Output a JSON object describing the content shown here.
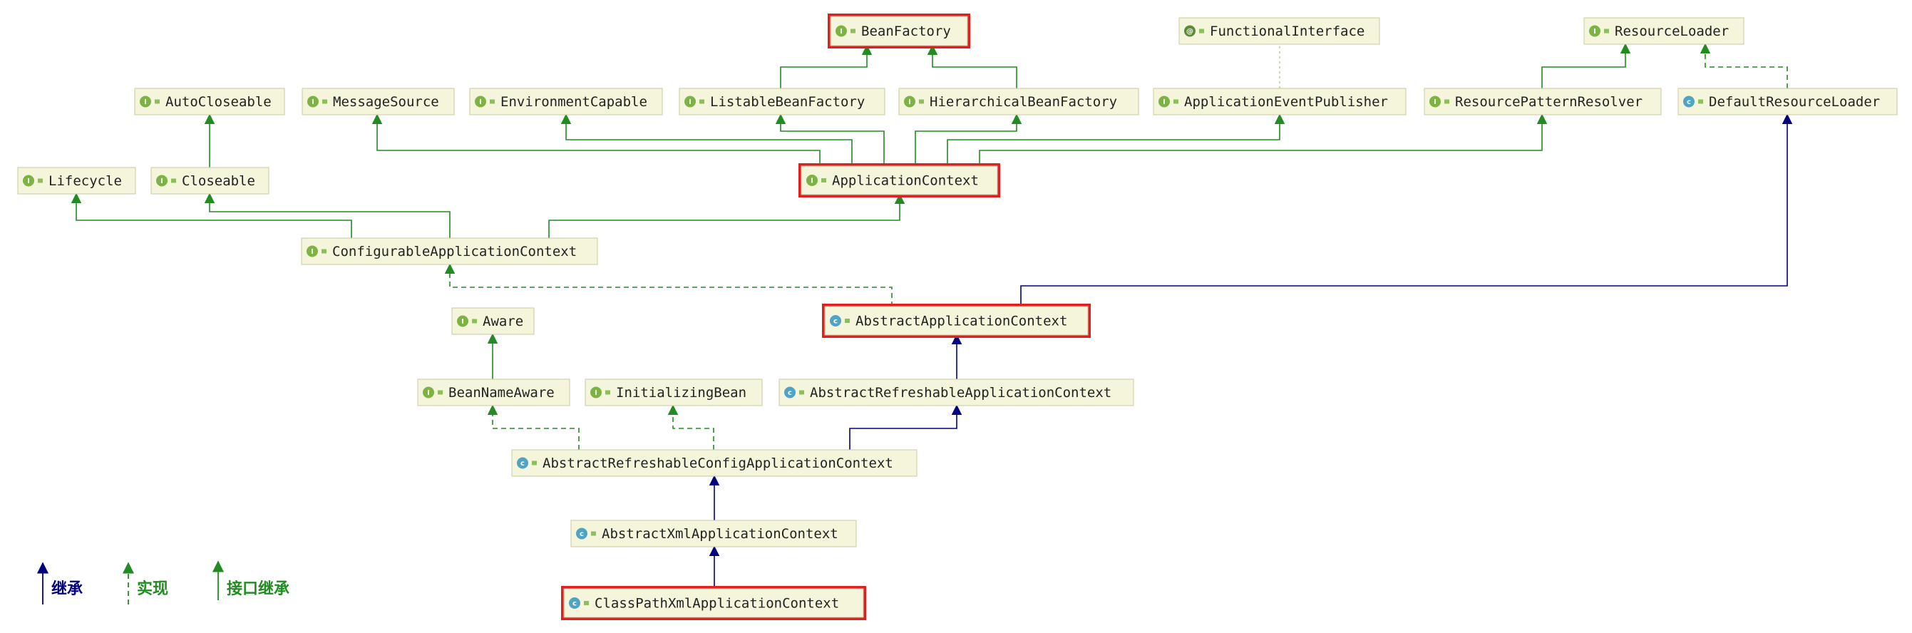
{
  "colors": {
    "node_fill": "#f5f5dc",
    "node_border": "#c9c9a3",
    "highlight": "#e02020",
    "extends": "#000080",
    "implements": "#228b22",
    "interface_extends": "#228b22",
    "interface_badge": "#7cb342",
    "class_badge": "#4fa3c4",
    "annotation_badge": "#5d8a3a"
  },
  "nodes": [
    {
      "id": "BeanFactory",
      "label": "BeanFactory",
      "kind": "interface",
      "highlight": true
    },
    {
      "id": "FunctionalInterface",
      "label": "FunctionalInterface",
      "kind": "annotation",
      "highlight": false
    },
    {
      "id": "ResourceLoader",
      "label": "ResourceLoader",
      "kind": "interface",
      "highlight": false
    },
    {
      "id": "AutoCloseable",
      "label": "AutoCloseable",
      "kind": "interface",
      "highlight": false
    },
    {
      "id": "MessageSource",
      "label": "MessageSource",
      "kind": "interface",
      "highlight": false
    },
    {
      "id": "EnvironmentCapable",
      "label": "EnvironmentCapable",
      "kind": "interface",
      "highlight": false
    },
    {
      "id": "ListableBeanFactory",
      "label": "ListableBeanFactory",
      "kind": "interface",
      "highlight": false
    },
    {
      "id": "HierarchicalBeanFactory",
      "label": "HierarchicalBeanFactory",
      "kind": "interface",
      "highlight": false
    },
    {
      "id": "ApplicationEventPublisher",
      "label": "ApplicationEventPublisher",
      "kind": "interface",
      "highlight": false
    },
    {
      "id": "ResourcePatternResolver",
      "label": "ResourcePatternResolver",
      "kind": "interface",
      "highlight": false
    },
    {
      "id": "DefaultResourceLoader",
      "label": "DefaultResourceLoader",
      "kind": "class",
      "highlight": false
    },
    {
      "id": "Lifecycle",
      "label": "Lifecycle",
      "kind": "interface",
      "highlight": false
    },
    {
      "id": "Closeable",
      "label": "Closeable",
      "kind": "interface",
      "highlight": false
    },
    {
      "id": "ApplicationContext",
      "label": "ApplicationContext",
      "kind": "interface",
      "highlight": true
    },
    {
      "id": "ConfigurableApplicationContext",
      "label": "ConfigurableApplicationContext",
      "kind": "interface",
      "highlight": false
    },
    {
      "id": "Aware",
      "label": "Aware",
      "kind": "interface",
      "highlight": false
    },
    {
      "id": "AbstractApplicationContext",
      "label": "AbstractApplicationContext",
      "kind": "class",
      "highlight": true
    },
    {
      "id": "BeanNameAware",
      "label": "BeanNameAware",
      "kind": "interface",
      "highlight": false
    },
    {
      "id": "InitializingBean",
      "label": "InitializingBean",
      "kind": "interface",
      "highlight": false
    },
    {
      "id": "AbstractRefreshableApplicationContext",
      "label": "AbstractRefreshableApplicationContext",
      "kind": "class",
      "highlight": false
    },
    {
      "id": "AbstractRefreshableConfigApplicationContext",
      "label": "AbstractRefreshableConfigApplicationContext",
      "kind": "class",
      "highlight": false
    },
    {
      "id": "AbstractXmlApplicationContext",
      "label": "AbstractXmlApplicationContext",
      "kind": "class",
      "highlight": false
    },
    {
      "id": "ClassPathXmlApplicationContext",
      "label": "ClassPathXmlApplicationContext",
      "kind": "class",
      "highlight": true
    }
  ],
  "edges": [
    {
      "from": "ListableBeanFactory",
      "to": "BeanFactory",
      "type": "interface_extends"
    },
    {
      "from": "HierarchicalBeanFactory",
      "to": "BeanFactory",
      "type": "interface_extends"
    },
    {
      "from": "ResourcePatternResolver",
      "to": "ResourceLoader",
      "type": "interface_extends"
    },
    {
      "from": "DefaultResourceLoader",
      "to": "ResourceLoader",
      "type": "implements"
    },
    {
      "from": "ApplicationEventPublisher",
      "to": "FunctionalInterface",
      "type": "annotation"
    },
    {
      "from": "Closeable",
      "to": "AutoCloseable",
      "type": "interface_extends"
    },
    {
      "from": "ApplicationContext",
      "to": "MessageSource",
      "type": "interface_extends"
    },
    {
      "from": "ApplicationContext",
      "to": "EnvironmentCapable",
      "type": "interface_extends"
    },
    {
      "from": "ApplicationContext",
      "to": "ListableBeanFactory",
      "type": "interface_extends"
    },
    {
      "from": "ApplicationContext",
      "to": "HierarchicalBeanFactory",
      "type": "interface_extends"
    },
    {
      "from": "ApplicationContext",
      "to": "ApplicationEventPublisher",
      "type": "interface_extends"
    },
    {
      "from": "ApplicationContext",
      "to": "ResourcePatternResolver",
      "type": "interface_extends"
    },
    {
      "from": "ConfigurableApplicationContext",
      "to": "Lifecycle",
      "type": "interface_extends"
    },
    {
      "from": "ConfigurableApplicationContext",
      "to": "Closeable",
      "type": "interface_extends"
    },
    {
      "from": "ConfigurableApplicationContext",
      "to": "ApplicationContext",
      "type": "interface_extends"
    },
    {
      "from": "AbstractApplicationContext",
      "to": "ConfigurableApplicationContext",
      "type": "implements"
    },
    {
      "from": "AbstractApplicationContext",
      "to": "DefaultResourceLoader",
      "type": "extends"
    },
    {
      "from": "BeanNameAware",
      "to": "Aware",
      "type": "interface_extends"
    },
    {
      "from": "AbstractRefreshableApplicationContext",
      "to": "AbstractApplicationContext",
      "type": "extends"
    },
    {
      "from": "AbstractRefreshableConfigApplicationContext",
      "to": "BeanNameAware",
      "type": "implements"
    },
    {
      "from": "AbstractRefreshableConfigApplicationContext",
      "to": "InitializingBean",
      "type": "implements"
    },
    {
      "from": "AbstractRefreshableConfigApplicationContext",
      "to": "AbstractRefreshableApplicationContext",
      "type": "extends"
    },
    {
      "from": "AbstractXmlApplicationContext",
      "to": "AbstractRefreshableConfigApplicationContext",
      "type": "extends"
    },
    {
      "from": "ClassPathXmlApplicationContext",
      "to": "AbstractXmlApplicationContext",
      "type": "extends"
    }
  ],
  "legend": [
    {
      "label": "继承",
      "type": "extends"
    },
    {
      "label": "实现",
      "type": "implements"
    },
    {
      "label": "接口继承",
      "type": "interface_extends"
    }
  ]
}
